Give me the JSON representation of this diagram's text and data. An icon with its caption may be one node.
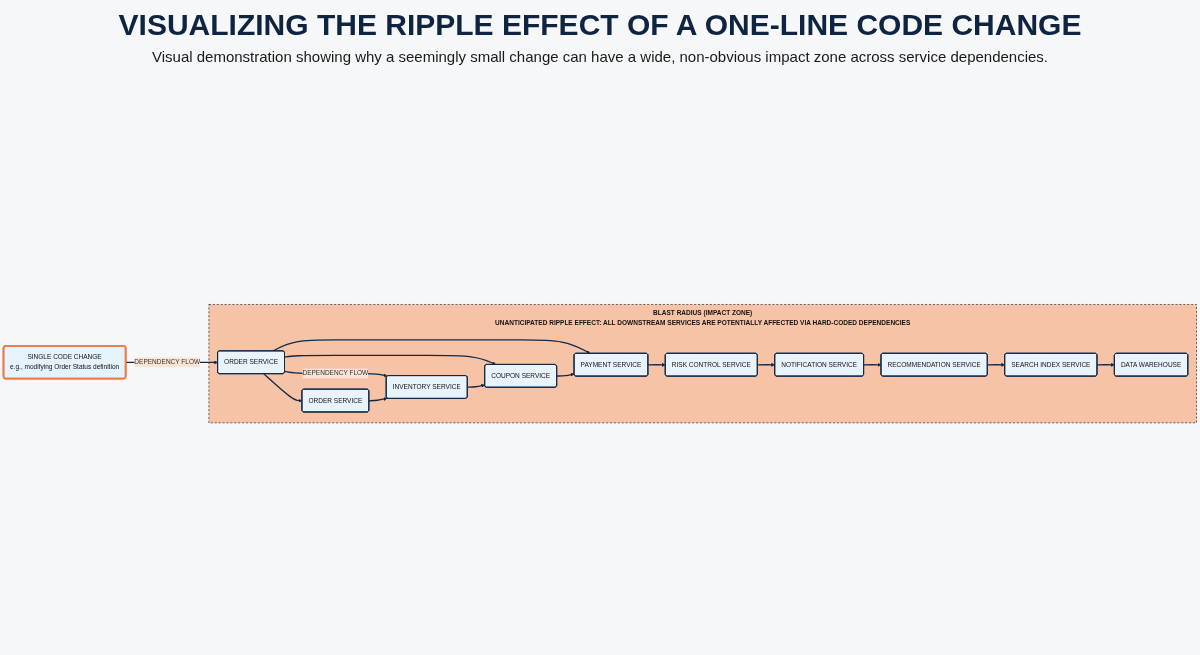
{
  "diagram": {
    "title": "VISUALIZING THE RIPPLE EFFECT OF A ONE-LINE CODE CHANGE",
    "caption": "Visual demonstration showing why a seemingly small change can have a wide, non-obvious impact zone across service dependencies.",
    "nodes": [
      {
        "text": [
          "SINGLE CODE CHANGE",
          "e.g., modifying Order Status definition"
        ]
      },
      {
        "text": [
          "BLAST RADIUS (IMPACT ZONE)",
          "UNANTICIPATED RIPPLE EFFECT: ALL DOWNSTREAM SERVICES ARE POTENTIALLY AFFECTED VIA HARD-CODED DEPENDENCIES"
        ]
      },
      {
        "text": [
          "ORDER SERVICE"
        ],
        "in": 1
      },
      {
        "text": [
          "ORDER SERVICE"
        ],
        "in": 1
      },
      {
        "text": [
          "INVENTORY SERVICE"
        ],
        "in": 1
      },
      {
        "text": [
          "COUPON SERVICE"
        ],
        "in": 1
      },
      {
        "text": [
          "PAYMENT SERVICE"
        ],
        "in": 1
      },
      {
        "text": [
          "RISK CONTROL SERVICE"
        ],
        "in": 1
      },
      {
        "text": [
          "NOTIFICATION SERVICE"
        ],
        "in": 1
      },
      {
        "text": [
          "RECOMMENDATION SERVICE"
        ],
        "in": 1
      },
      {
        "text": [
          "SEARCH INDEX SERVICE"
        ],
        "in": 1
      },
      {
        "text": [
          "DATA WAREHOUSE"
        ],
        "in": 1
      }
    ],
    "edges": [
      {
        "from": 0,
        "to": 2,
        "arrow": "to",
        "label": "DEPENDENCY FLOW"
      },
      {
        "from": 2,
        "to": 3,
        "arrow": "to"
      },
      {
        "from": 2,
        "to": 4,
        "arrow": "to",
        "label": "DEPENDENCY FLOW"
      },
      {
        "from": 2,
        "to": 5,
        "arrow": "to"
      },
      {
        "from": 2,
        "to": 6,
        "arrow": "to"
      },
      {
        "from": 3,
        "to": 4,
        "arrow": "to"
      },
      {
        "from": 4,
        "to": 5,
        "arrow": "to"
      },
      {
        "from": 5,
        "to": 6,
        "arrow": "to"
      },
      {
        "from": 6,
        "to": 7,
        "arrow": "to"
      },
      {
        "from": 7,
        "to": 8,
        "arrow": "to"
      },
      {
        "from": 8,
        "to": 9,
        "arrow": "to"
      },
      {
        "from": 9,
        "to": 10,
        "arrow": "to"
      },
      {
        "from": 10,
        "to": 11,
        "arrow": "to"
      }
    ]
  }
}
